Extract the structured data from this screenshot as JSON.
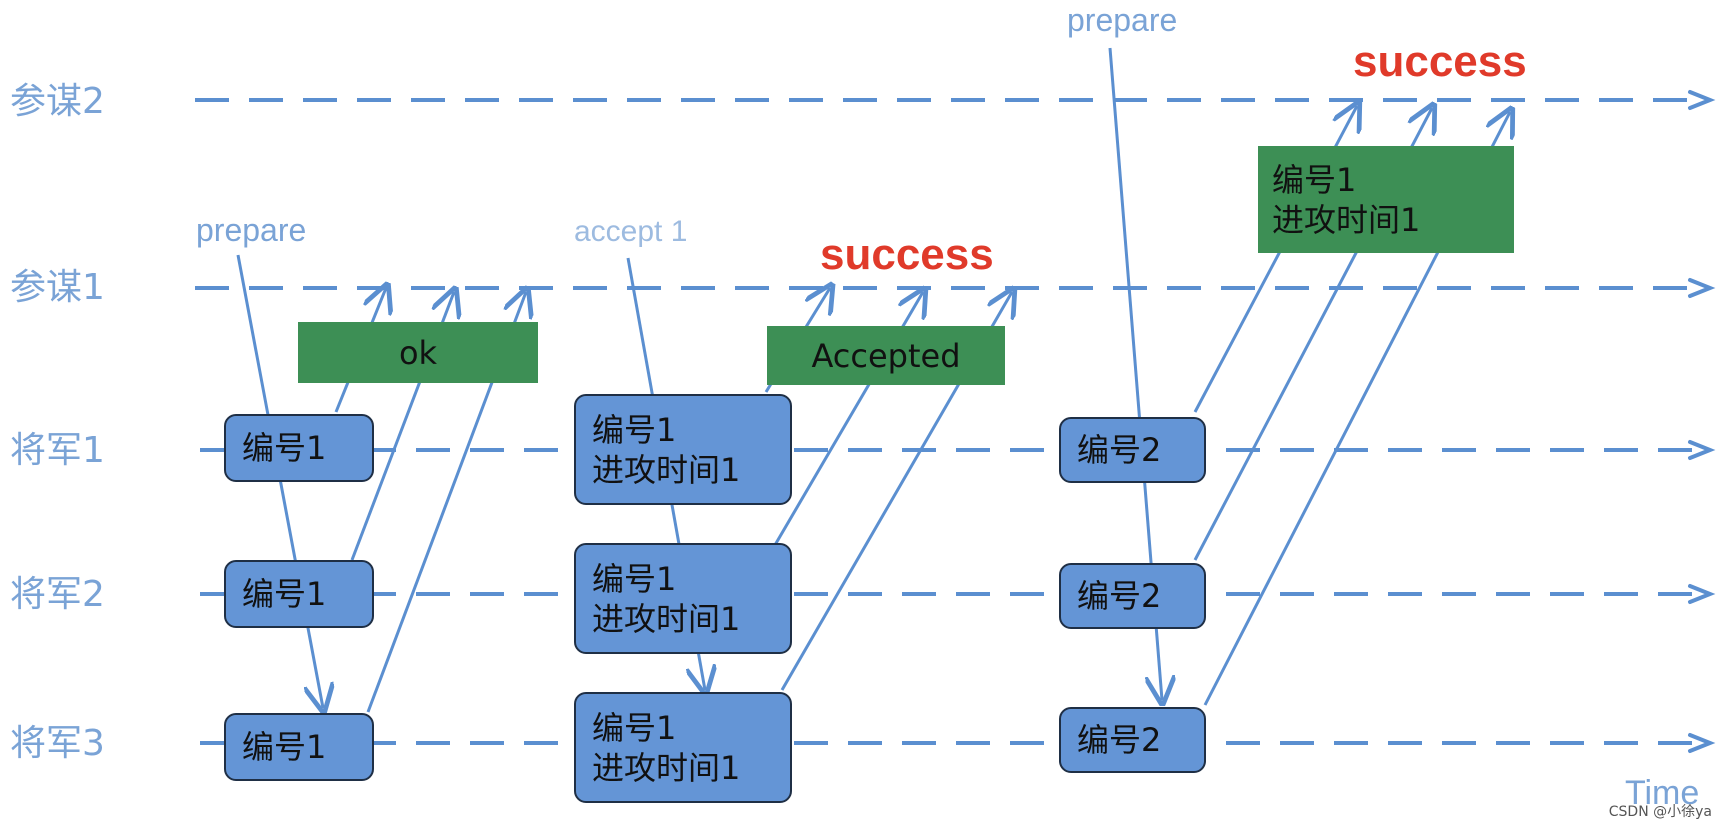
{
  "lanes": [
    "参谋2",
    "参谋1",
    "将军1",
    "将军2",
    "将军3"
  ],
  "time_label": "Time",
  "messages": {
    "prepare_1": "prepare",
    "accept_1": "accept 1",
    "prepare_2": "prepare"
  },
  "success": [
    "success",
    "success"
  ],
  "replies": {
    "ok": "ok",
    "accepted": "Accepted",
    "final_line1": "编号1",
    "final_line2": "进攻时间1"
  },
  "phase1_nodes": [
    "编号1",
    "编号1",
    "编号1"
  ],
  "phase2_nodes": {
    "line1": "编号1",
    "line2": "进攻时间1"
  },
  "phase3_nodes": [
    "编号2",
    "编号2",
    "编号2"
  ],
  "watermark": "CSDN @小徐ya",
  "colors": {
    "lane_line": "#5b8fd0",
    "node_fill": "#6495d6",
    "reply_fill": "#3d8f55",
    "success_text": "#e03a2a",
    "label_text": "#7aa3d6"
  }
}
